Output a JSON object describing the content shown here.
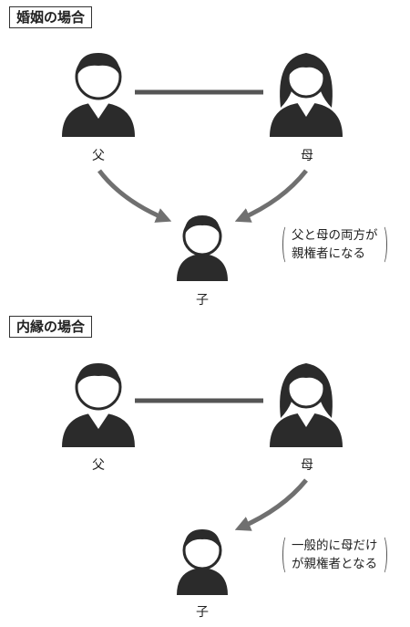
{
  "colors": {
    "figure": "#2b2b2b",
    "line": "#555555",
    "arrow": "#707070"
  },
  "sections": [
    {
      "title": "婚姻の場合",
      "father_label": "父",
      "mother_label": "母",
      "child_label": "子",
      "note_line1": "父と母の両方が",
      "note_line2": "親権者になる"
    },
    {
      "title": "内縁の場合",
      "father_label": "父",
      "mother_label": "母",
      "child_label": "子",
      "note_line1": "一般的に母だけ",
      "note_line2": "が親権者となる"
    }
  ]
}
